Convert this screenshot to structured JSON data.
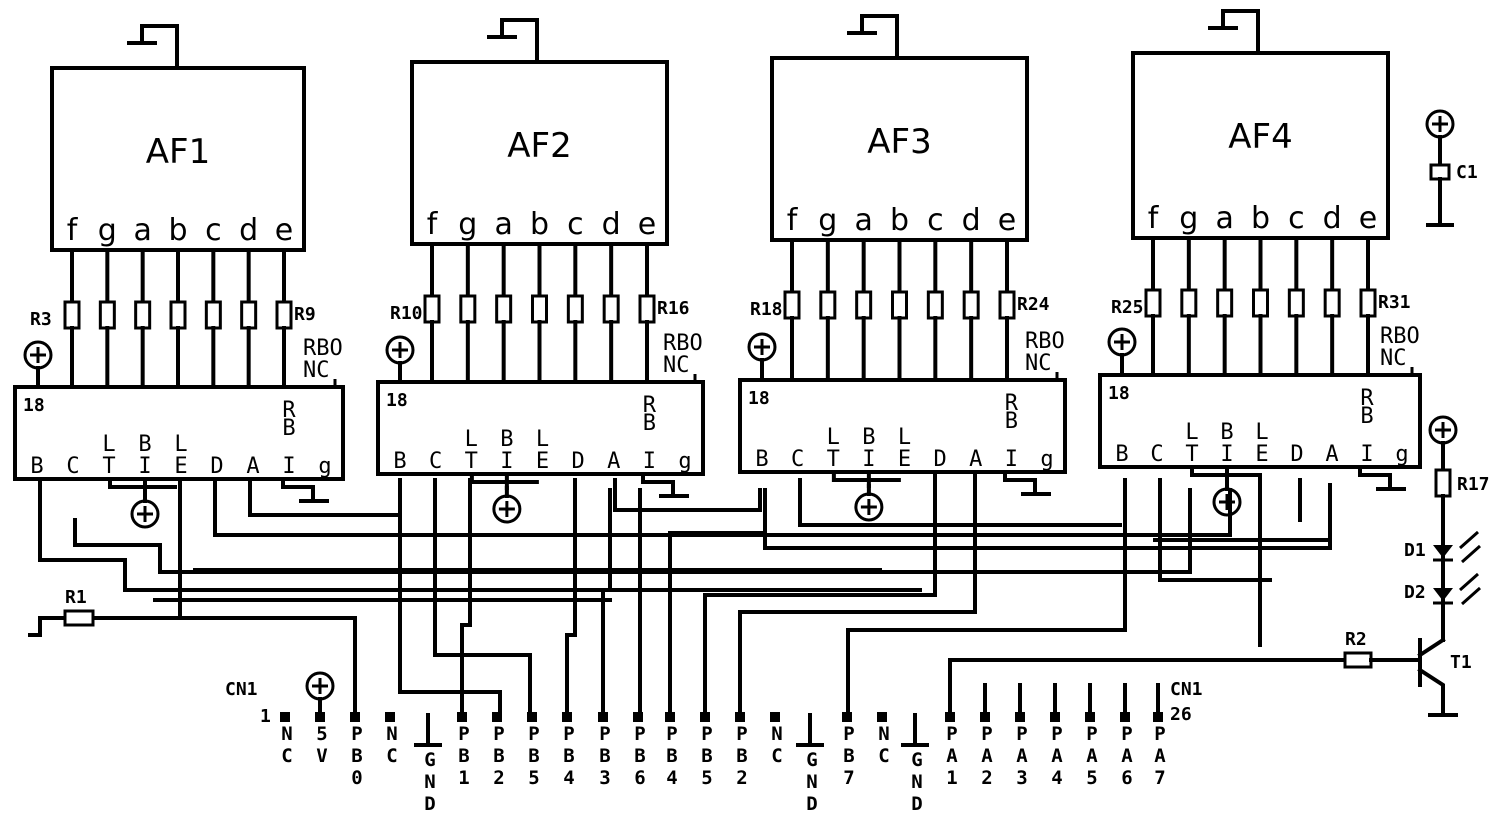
{
  "displays": [
    {
      "name": "AF1",
      "segments": [
        "f",
        "g",
        "a",
        "b",
        "c",
        "d",
        "e"
      ],
      "r_first": "R3",
      "r_last": "R9",
      "rbo": "RBO",
      "nc": "NC",
      "ic_num": "18",
      "ic_bottom": [
        "B",
        "C",
        "T",
        "I",
        "E",
        "D",
        "A",
        "I",
        "g"
      ],
      "ic_top": [
        "L",
        "B",
        "L",
        "R",
        "B"
      ]
    },
    {
      "name": "AF2",
      "segments": [
        "f",
        "g",
        "a",
        "b",
        "c",
        "d",
        "e"
      ],
      "r_first": "R10",
      "r_last": "R16",
      "rbo": "RBO",
      "nc": "NC",
      "ic_num": "18",
      "ic_bottom": [
        "B",
        "C",
        "T",
        "I",
        "E",
        "D",
        "A",
        "I",
        "g"
      ],
      "ic_top": [
        "L",
        "B",
        "L",
        "R",
        "B"
      ]
    },
    {
      "name": "AF3",
      "segments": [
        "f",
        "g",
        "a",
        "b",
        "c",
        "d",
        "e"
      ],
      "r_first": "R18",
      "r_last": "R24",
      "rbo": "RBO",
      "nc": "NC",
      "ic_num": "18",
      "ic_bottom": [
        "B",
        "C",
        "T",
        "I",
        "E",
        "D",
        "A",
        "I",
        "g"
      ],
      "ic_top": [
        "L",
        "B",
        "L",
        "R",
        "B"
      ]
    },
    {
      "name": "AF4",
      "segments": [
        "f",
        "g",
        "a",
        "b",
        "c",
        "d",
        "e"
      ],
      "r_first": "R25",
      "r_last": "R31",
      "rbo": "RBO",
      "nc": "NC",
      "ic_num": "18",
      "ic_bottom": [
        "B",
        "C",
        "T",
        "I",
        "E",
        "D",
        "A",
        "I",
        "g"
      ],
      "ic_top": [
        "L",
        "B",
        "L",
        "R",
        "B"
      ]
    }
  ],
  "parts": {
    "c1": "C1",
    "r17": "R17",
    "d1": "D1",
    "d2": "D2",
    "r1": "R1",
    "r2": "R2",
    "t1": "T1",
    "cn1_left": "CN1",
    "cn1_left_pin": "1",
    "cn1_right": "CN1",
    "cn1_right_pin": "26"
  },
  "connector_pins": [
    "NC",
    "5V",
    "PB0",
    "NC",
    "GND",
    "PB1",
    "PB2",
    "PB5",
    "PB4",
    "PB3",
    "PB6",
    "PB4",
    "PB5",
    "PB2",
    "NC",
    "GND",
    "PB7",
    "NC",
    "GND",
    "PA1",
    "PA2",
    "PA3",
    "PA4",
    "PA5",
    "PA6",
    "PA7"
  ]
}
